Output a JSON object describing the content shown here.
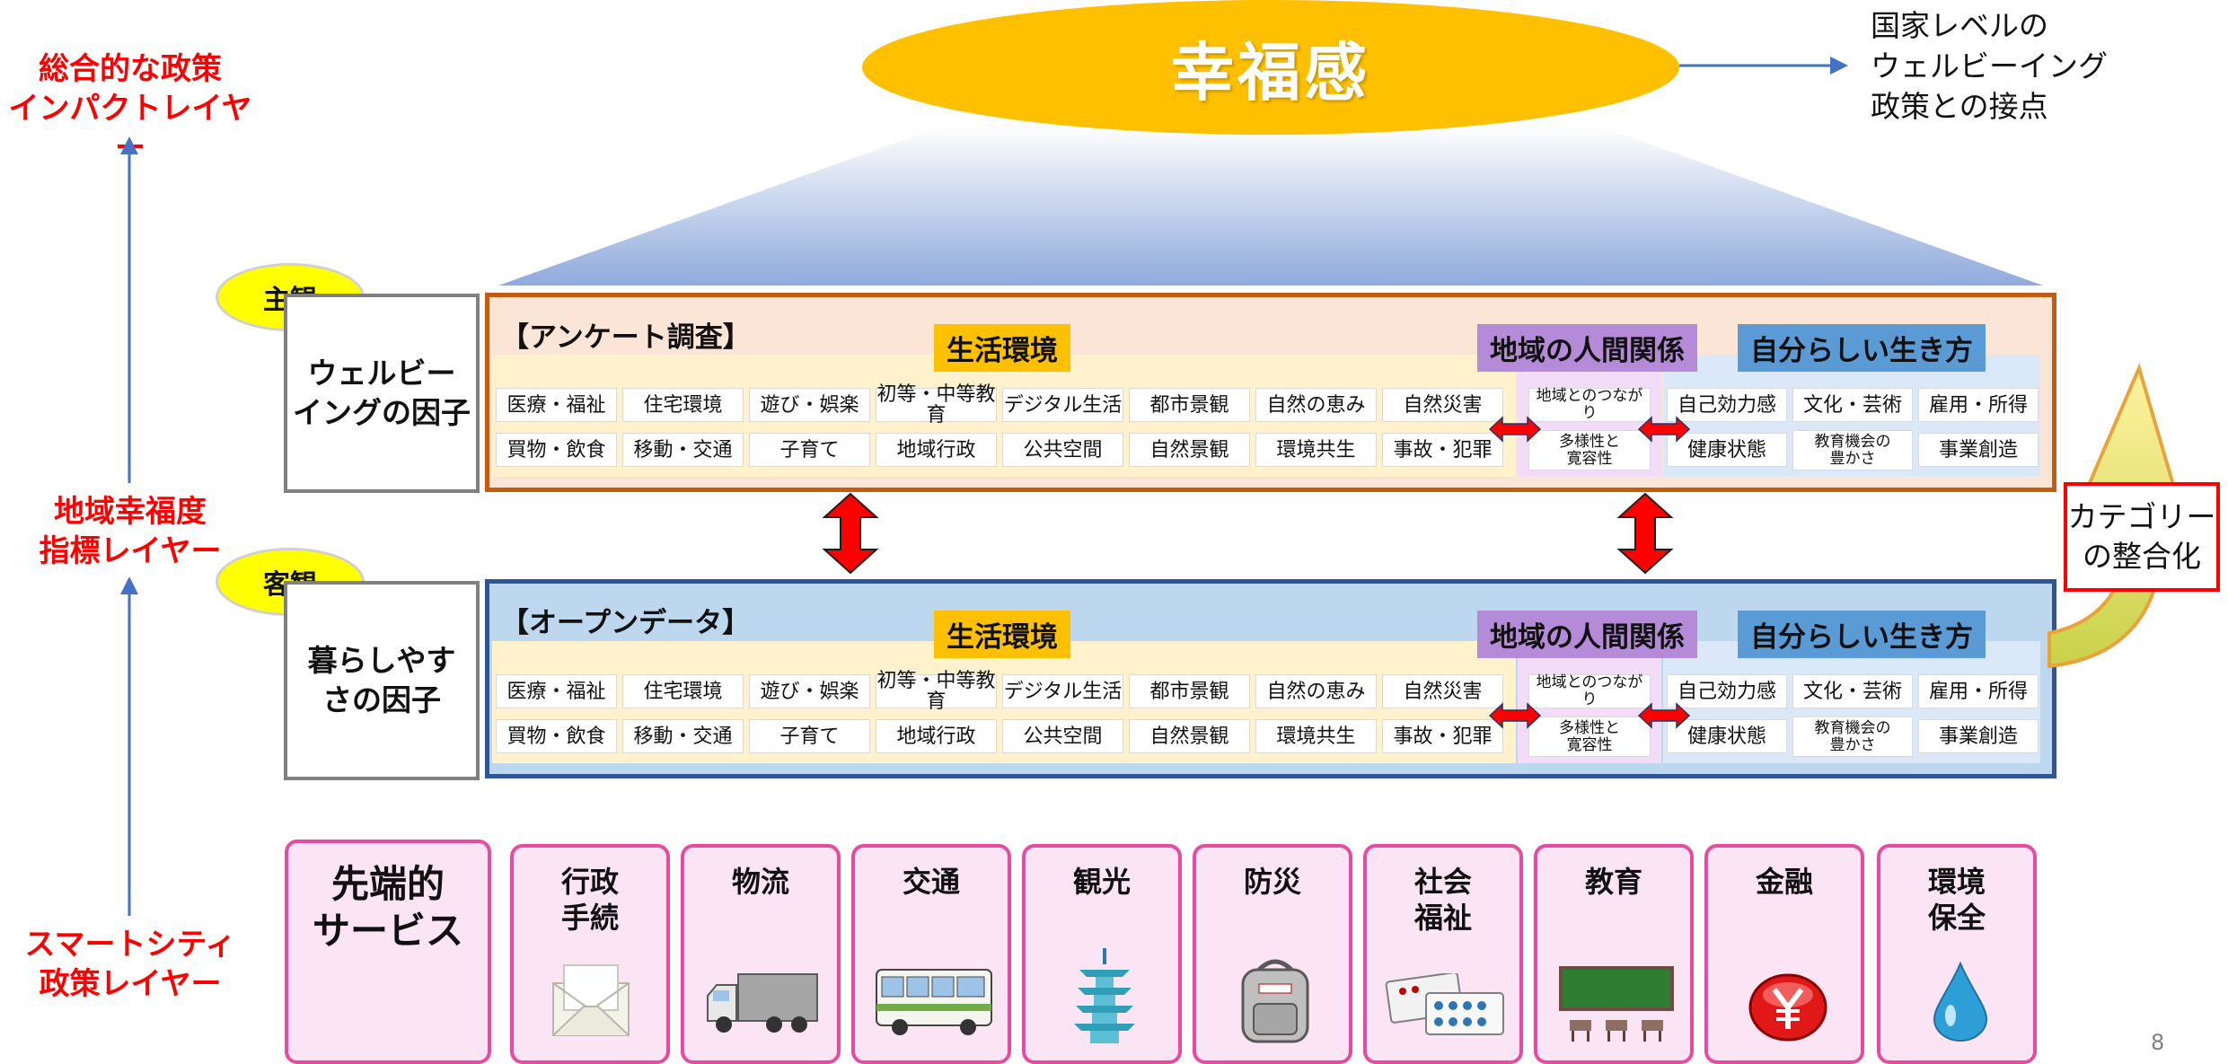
{
  "layers": {
    "top": "総合的な政策\nインパクトレイヤー",
    "middle": "地域幸福度\n指標レイヤー",
    "bottom": "スマートシティ\n政策レイヤー"
  },
  "top_ellipse": "幸福感",
  "national_note": "国家レベルの\nウェルビーイング\n政策との接点",
  "subjective": {
    "badge": "主観",
    "factor": "ウェルビー\nイングの因子",
    "panel_title": "【アンケート調査】"
  },
  "objective": {
    "badge": "客観",
    "factor": "暮らしやす\nさの因子",
    "panel_title": "【オープンデータ】"
  },
  "categories": {
    "life": "生活環境",
    "relations": "地域の人間関係",
    "self": "自分らしい生き方"
  },
  "life_row1": [
    "医療・福祉",
    "住宅環境",
    "遊び・娯楽",
    "初等・中等教育",
    "デジタル生活",
    "都市景観",
    "自然の恵み",
    "自然災害"
  ],
  "life_row2": [
    "買物・飲食",
    "移動・交通",
    "子育て",
    "地域行政",
    "公共空間",
    "自然景観",
    "環境共生",
    "事故・犯罪"
  ],
  "relations_items": [
    "地域とのつながり",
    "多様性と\n寛容性"
  ],
  "self_row1": [
    "自己効力感",
    "文化・芸術",
    "雇用・所得"
  ],
  "self_row2": [
    "健康状態",
    "教育機会の\n豊かさ",
    "事業創造"
  ],
  "callout": "カテゴリー\nの整合化",
  "services": {
    "title": "先端的\nサービス",
    "items": [
      {
        "label": "行政\n手続",
        "icon": "envelope-icon"
      },
      {
        "label": "物流",
        "icon": "truck-icon"
      },
      {
        "label": "交通",
        "icon": "bus-icon"
      },
      {
        "label": "観光",
        "icon": "pagoda-icon"
      },
      {
        "label": "防災",
        "icon": "backpack-icon"
      },
      {
        "label": "社会\n福祉",
        "icon": "medicine-icon"
      },
      {
        "label": "教育",
        "icon": "blackboard-icon"
      },
      {
        "label": "金融",
        "icon": "yen-icon"
      },
      {
        "label": "環境\n保全",
        "icon": "water-drop-icon"
      }
    ]
  },
  "page_number": "8",
  "colors": {
    "accent_red": "#ff0000",
    "gold": "#ffc000",
    "purple": "#b58bd9",
    "blue": "#5b9bd5",
    "subjective_border": "#c55a11",
    "objective_border": "#2f5597",
    "service_border": "#e84aa0"
  }
}
